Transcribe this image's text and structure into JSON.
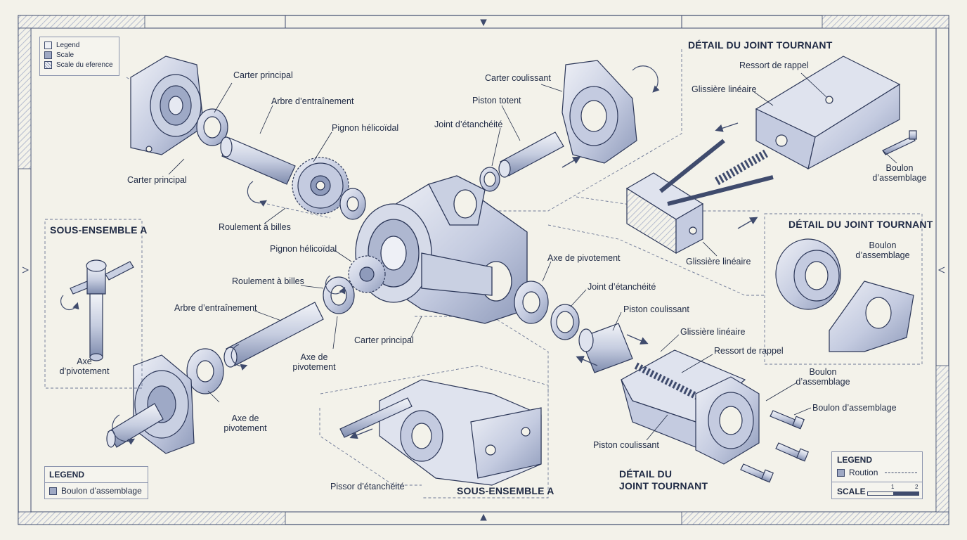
{
  "legend_top": {
    "items": [
      {
        "label": "Legend"
      },
      {
        "label": "Scale"
      },
      {
        "label": "Scale du eference"
      }
    ]
  },
  "labels": {
    "carter_principal_top": "Carter principal",
    "arbre_entrainement_top": "Arbre d’entraînement",
    "pignon_helicoidal_top": "Pignon hélicoïdal",
    "carter_principal_left": "Carter principal",
    "roulement_billes_top": "Roulement à billes",
    "carter_coulissant": "Carter coulissant",
    "piston_totent": "Piston totent",
    "joint_etancheite_top": "Joint d’étanchéité",
    "pignon_helicoidal_mid": "Pignon hélicoïdal",
    "roulement_billes_mid": "Roulement à billes",
    "arbre_entrainement_mid": "Arbre d’entraînement",
    "axe_pivotement_mid": "Axe de pivotement",
    "carter_principal_mid": "Carter principal",
    "axe_pivotement_center": "Axe de pivotement",
    "joint_etancheite_mid": "Joint d’étanchéité",
    "piston_coulissant_mid": "Piston coulissant",
    "glissiere_lineaire_mid": "Glissière linéaire",
    "ressort_rappel_mid": "Ressort de rappel",
    "boulon_assemblage_mid1": "Boulon d’assemblage",
    "boulon_assemblage_mid2": "Boulon d’assemblage",
    "piston_coulissant_bottom": "Piston coulissant",
    "axe_pivotement_left": "Axe d’pivotement",
    "axe_pivotement_bottom": "Axe de pivotement",
    "pissor_etancheite": "Pissor d’étanchéité",
    "ressort_rappel_right": "Ressort de rappel",
    "glissiere_lineaire_right": "Glissière linéaire",
    "boulon_assemblage_right": "Boulon d’assemblage",
    "glissiere_lineaire_right2": "Glissière linéaire",
    "boulon_assemblage_detail": "Boulon d’assemblage"
  },
  "titles": {
    "detail_joint_top": "DÉTAIL DU JOINT TOURNANT",
    "sous_ensemble_left": "SOUS-ENSEMBLE A",
    "detail_joint_right": "DÉTAIL DU JOINT TOURNANT",
    "sous_ensemble_bottom": "SOUS-ENSEMBLE A",
    "detail_joint_bottom_1": "DÉTAIL DU",
    "detail_joint_bottom_2": "JOINT TOURNANT"
  },
  "legend_bottom_left": {
    "title": "LEGEND",
    "item": "Boulon d’assemblage"
  },
  "legend_bottom_right": {
    "title": "LEGEND",
    "item": "Roution",
    "scale_label": "SCALE",
    "scale_ticks": [
      "1",
      "2"
    ]
  },
  "colors": {
    "ink": "#1f2a44",
    "line": "#3f4b6d",
    "part_light": "#dfe3ee",
    "part_mid": "#b9c2d9",
    "part_dark": "#8f9bbb",
    "paper": "#f3f2ea"
  }
}
